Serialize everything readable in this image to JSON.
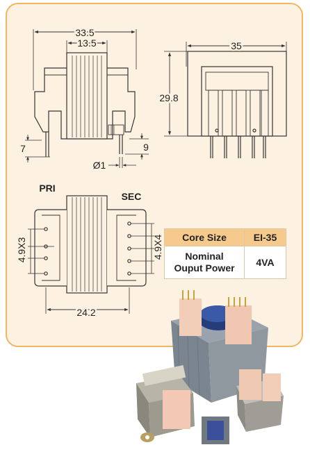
{
  "drawing": {
    "side_view": {
      "overall_width": "33.5",
      "core_width": "13.5",
      "pin_height_left": "7",
      "pin_height_right": "9",
      "pin_diameter": "Ø1"
    },
    "end_view": {
      "width": "35",
      "height": "29.8"
    },
    "bottom_view": {
      "primary_label": "PRI",
      "secondary_label": "SEC",
      "primary_pitch": "4.9X3",
      "secondary_pitch": "4.9X4",
      "pin_row_spacing": "24.2"
    }
  },
  "spec_table": {
    "header": {
      "label": "Core Size",
      "value": "EI-35"
    },
    "row": {
      "label_line1": "Nominal",
      "label_line2": "Ouput Power",
      "value": "4VA"
    }
  },
  "colors": {
    "panel_background": "#fdf2e1",
    "panel_border": "#f2b562",
    "table_header": "#f6c98c"
  }
}
